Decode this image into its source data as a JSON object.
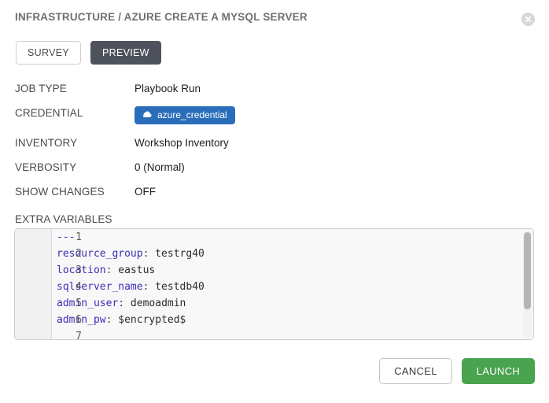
{
  "header": {
    "title": "INFRASTRUCTURE / AZURE CREATE A MYSQL SERVER",
    "close_icon": "close-circle-icon"
  },
  "tabs": [
    {
      "label": "SURVEY",
      "active": false
    },
    {
      "label": "PREVIEW",
      "active": true
    }
  ],
  "details": [
    {
      "label": "JOB TYPE",
      "value": "Playbook Run"
    },
    {
      "label": "CREDENTIAL",
      "value": "azure_credential",
      "badge_icon": "cloud-icon"
    },
    {
      "label": "INVENTORY",
      "value": "Workshop Inventory"
    },
    {
      "label": "VERBOSITY",
      "value": "0 (Normal)"
    },
    {
      "label": "SHOW CHANGES",
      "value": "OFF"
    }
  ],
  "extra_variables": {
    "label": "EXTRA VARIABLES",
    "lines": [
      {
        "no": "1",
        "key": "",
        "sep": "",
        "value": "",
        "raw": "---"
      },
      {
        "no": "2",
        "key": "resource_group",
        "sep": ":",
        "value": " testrg40",
        "raw": ""
      },
      {
        "no": "3",
        "key": "location",
        "sep": ":",
        "value": " eastus",
        "raw": ""
      },
      {
        "no": "4",
        "key": "sqlserver_name",
        "sep": ":",
        "value": " testdb40",
        "raw": ""
      },
      {
        "no": "5",
        "key": "admin_user",
        "sep": ":",
        "value": " demoadmin",
        "raw": ""
      },
      {
        "no": "6",
        "key": "admin_pw",
        "sep": ":",
        "value": " $encrypted$",
        "raw": ""
      },
      {
        "no": "7",
        "key": "",
        "sep": "",
        "value": "",
        "raw": ""
      }
    ]
  },
  "footer": {
    "cancel_label": "CANCEL",
    "launch_label": "LAUNCH"
  },
  "colors": {
    "accent_blue": "#2a6ebb",
    "launch_green": "#4aa34f",
    "tab_active": "#4e525c",
    "yaml_key": "#3b2fb5"
  }
}
